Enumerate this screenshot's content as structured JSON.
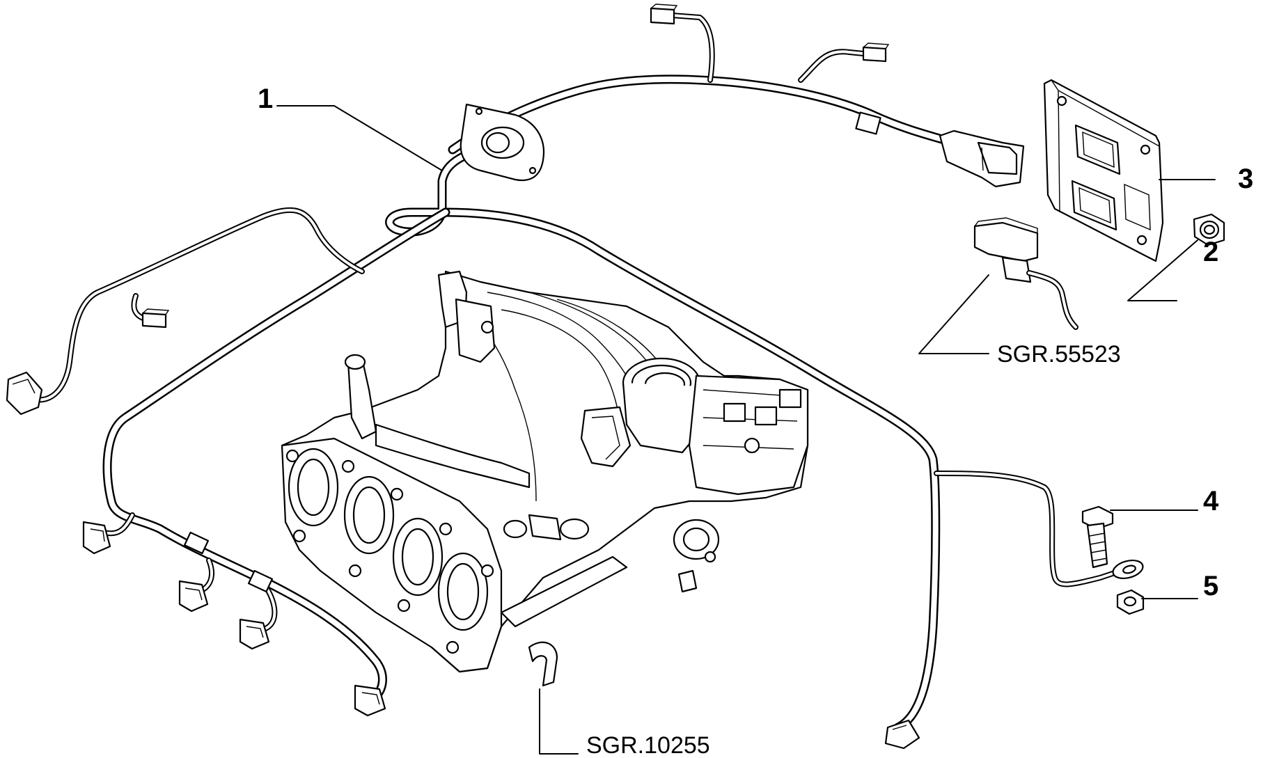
{
  "callouts": [
    {
      "id": "1",
      "label": "1"
    },
    {
      "id": "2",
      "label": "2"
    },
    {
      "id": "3",
      "label": "3"
    },
    {
      "id": "4",
      "label": "4"
    },
    {
      "id": "5",
      "label": "5"
    }
  ],
  "references": [
    {
      "id": "sgr-55523",
      "label": "SGR.55523"
    },
    {
      "id": "sgr-10255",
      "label": "SGR.10255"
    }
  ]
}
